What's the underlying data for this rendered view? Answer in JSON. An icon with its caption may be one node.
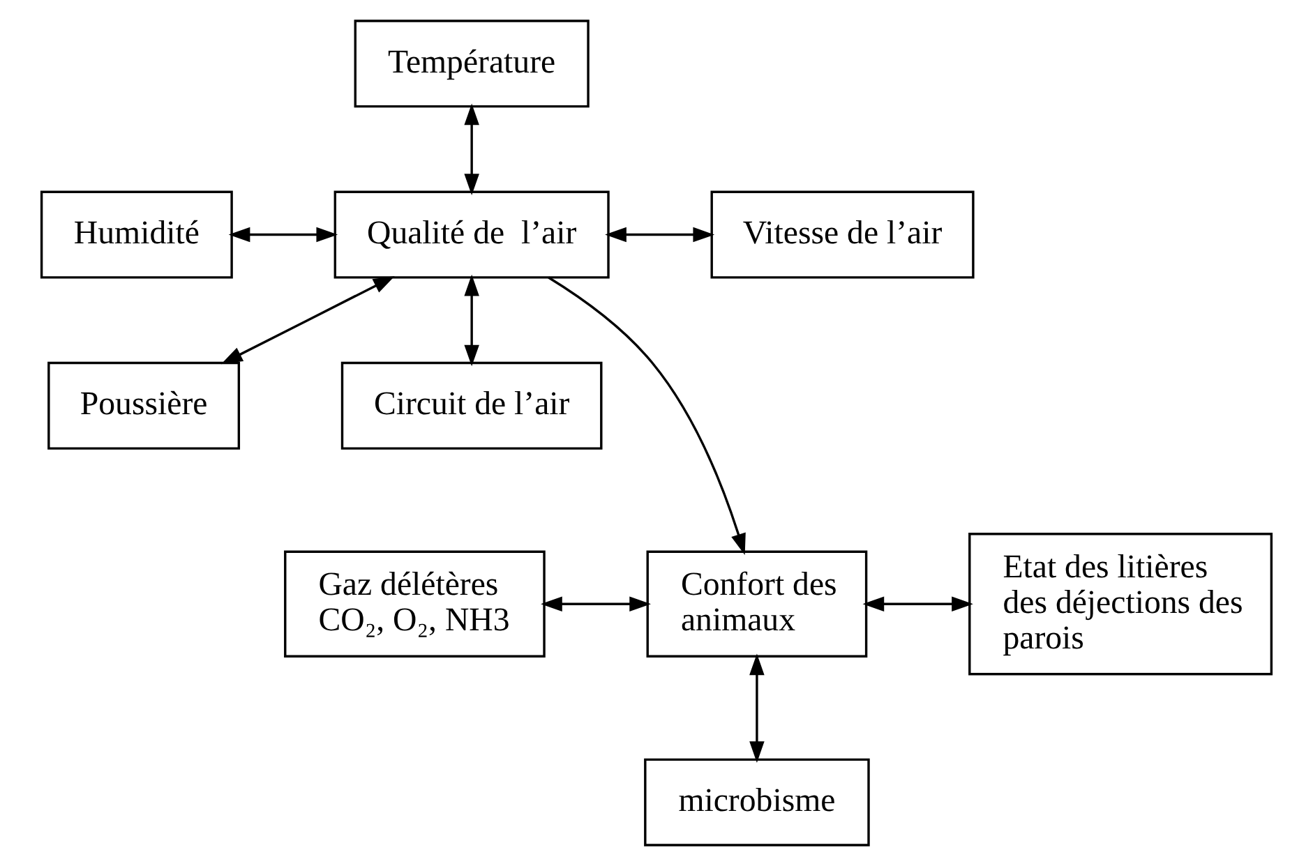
{
  "diagram": {
    "nodes": [
      {
        "text": [
          "Température"
        ]
      },
      {
        "text": [
          "Humidité"
        ]
      },
      {
        "text": [
          "Qualité de  l’air"
        ]
      },
      {
        "text": [
          "Vitesse de l’air"
        ]
      },
      {
        "text": [
          "Poussière"
        ]
      },
      {
        "text": [
          "Circuit de l’air"
        ]
      },
      {
        "text": [
          "Gaz délétères CO₂, O₂, NH3"
        ]
      },
      {
        "text": [
          "Confort des animaux"
        ]
      },
      {
        "text": [
          "Etat des litières des déjections des parois"
        ]
      },
      {
        "text": [
          "microbisme"
        ]
      }
    ],
    "edges": [
      {
        "from": 0,
        "to": 2,
        "arrow": "both"
      },
      {
        "from": 1,
        "to": 2,
        "arrow": "both"
      },
      {
        "from": 2,
        "to": 3,
        "arrow": "both"
      },
      {
        "from": 2,
        "to": 4,
        "arrow": "both"
      },
      {
        "from": 2,
        "to": 5,
        "arrow": "both"
      },
      {
        "from": 2,
        "to": 7,
        "arrow": "to"
      },
      {
        "from": 6,
        "to": 7,
        "arrow": "both"
      },
      {
        "from": 7,
        "to": 8,
        "arrow": "both"
      },
      {
        "from": 7,
        "to": 9,
        "arrow": "both"
      }
    ]
  }
}
